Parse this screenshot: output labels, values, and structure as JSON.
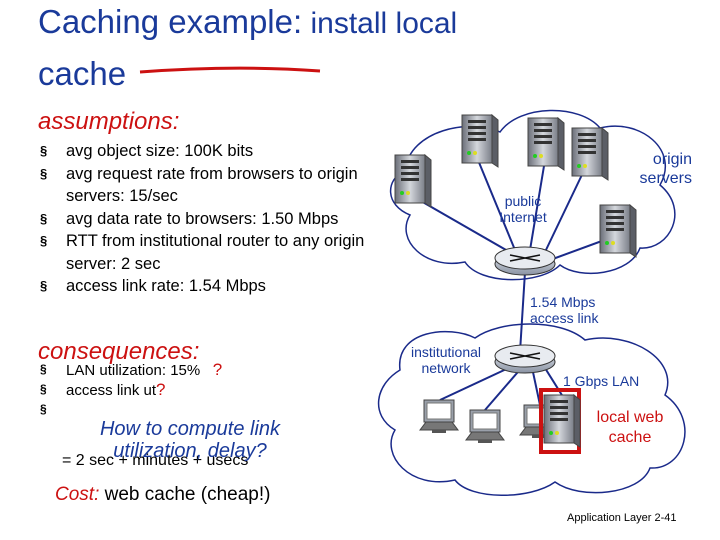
{
  "title": {
    "main": "Caching example:",
    "sub": " install local",
    "line2": "cache"
  },
  "assumptions": {
    "heading": "assumptions:",
    "items": [
      "avg object size: 100K bits",
      "avg request rate from browsers to origin servers: 15/sec",
      "avg data rate to browsers: 1.50 Mbps",
      "RTT from institutional router to any origin server: 2 sec",
      "access link rate: 1.54 Mbps"
    ]
  },
  "consequences": {
    "heading": "consequences:",
    "items": [
      "LAN utilization: 15%",
      "access link ut"
    ],
    "question_mark": "?",
    "how_to": "How to compute link utilization, delay?",
    "total_delay": "= 2 sec + minutes + usecs"
  },
  "cost": {
    "label": "Cost:",
    "text": " web cache (cheap!)"
  },
  "diagram": {
    "origin_servers": "origin servers",
    "public_internet": "public Internet",
    "access_link": "1.54 Mbps access link",
    "institutional_network": "institutional network",
    "lan": "1 Gbps LAN",
    "local_cache": "local web cache"
  },
  "footer": {
    "text": "Application Layer",
    "page": "2-41"
  },
  "colors": {
    "title": "#1a3a9a",
    "accent_red": "#cc1111",
    "link_line": "#1a2a8a"
  }
}
